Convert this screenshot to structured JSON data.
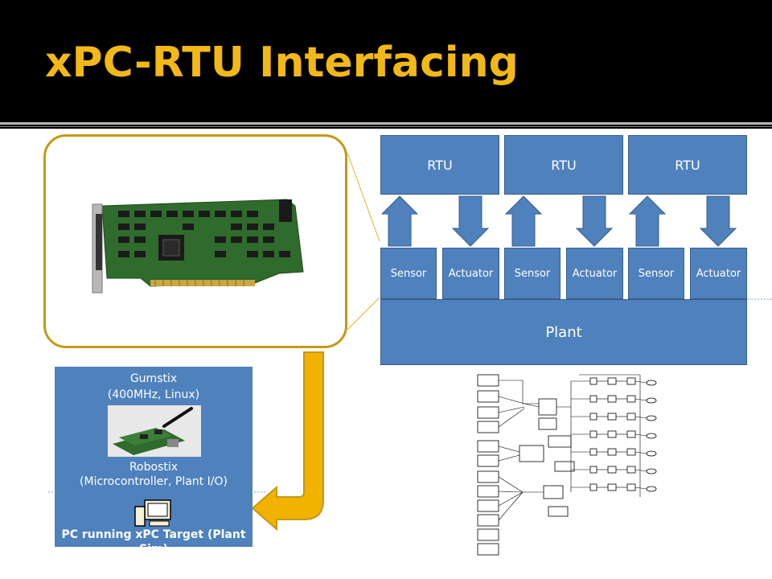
{
  "slide": {
    "title": "xPC-RTU Interfacing"
  },
  "diagram": {
    "rtu_labels": [
      "RTU",
      "RTU",
      "RTU"
    ],
    "sensor_label": "Sensor",
    "actuator_label": "Actuator",
    "plant_label": "Plant"
  },
  "gumstix_box": {
    "line1": "Gumstix",
    "line2": "(400MHz, Linux)",
    "line3": "Robostix",
    "line4": "(Microcontroller, Plant I/O)",
    "line5": "PC running xPC Target (Plant Sim)"
  },
  "colors": {
    "title": "#f2b817",
    "box_fill": "#4f81bd",
    "frame_gold": "#c39a14",
    "arrow_gold": "#f2b200"
  },
  "icons": [
    "pci-io-card-photo",
    "gumstix-board-photo",
    "pc-computer-icon",
    "simulink-block-diagram"
  ]
}
